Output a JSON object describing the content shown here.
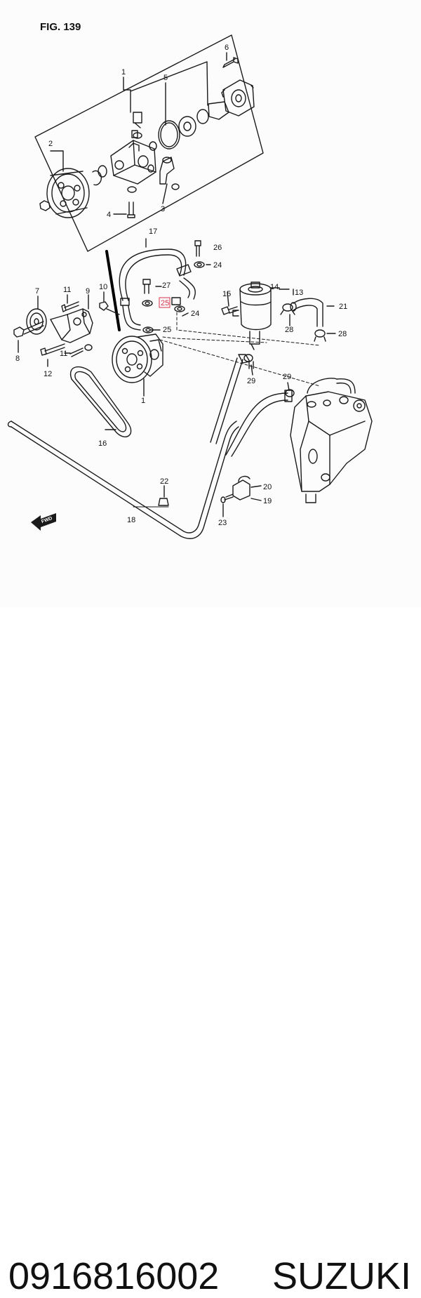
{
  "figure": {
    "title": "FIG. 139",
    "fwd_label": "FWD",
    "callouts": [
      {
        "id": "c1a",
        "text": "1"
      },
      {
        "id": "c2",
        "text": "2"
      },
      {
        "id": "c3",
        "text": "3"
      },
      {
        "id": "c4",
        "text": "4"
      },
      {
        "id": "c5",
        "text": "5"
      },
      {
        "id": "c6",
        "text": "6"
      },
      {
        "id": "c7",
        "text": "7"
      },
      {
        "id": "c8",
        "text": "8"
      },
      {
        "id": "c9",
        "text": "9"
      },
      {
        "id": "c10",
        "text": "10"
      },
      {
        "id": "c11a",
        "text": "11"
      },
      {
        "id": "c11b",
        "text": "11"
      },
      {
        "id": "c12",
        "text": "12"
      },
      {
        "id": "c13",
        "text": "13"
      },
      {
        "id": "c14",
        "text": "14"
      },
      {
        "id": "c15",
        "text": "15"
      },
      {
        "id": "c16",
        "text": "16"
      },
      {
        "id": "c17",
        "text": "17"
      },
      {
        "id": "c18",
        "text": "18"
      },
      {
        "id": "c19",
        "text": "19"
      },
      {
        "id": "c20",
        "text": "20"
      },
      {
        "id": "c21",
        "text": "21"
      },
      {
        "id": "c22",
        "text": "22"
      },
      {
        "id": "c23",
        "text": "23"
      },
      {
        "id": "c24a",
        "text": "24"
      },
      {
        "id": "c24b",
        "text": "24"
      },
      {
        "id": "c25a",
        "text": "25"
      },
      {
        "id": "c25b",
        "text": "25"
      },
      {
        "id": "c26",
        "text": "26"
      },
      {
        "id": "c27",
        "text": "27"
      },
      {
        "id": "c28a",
        "text": "28"
      },
      {
        "id": "c28b",
        "text": "28"
      },
      {
        "id": "c29a",
        "text": "29"
      },
      {
        "id": "c29b",
        "text": "29"
      },
      {
        "id": "c1b",
        "text": "1"
      }
    ],
    "highlight_color": "#d9304a"
  },
  "footer": {
    "part_number": "0916816002",
    "brand": "SUZUKI"
  }
}
